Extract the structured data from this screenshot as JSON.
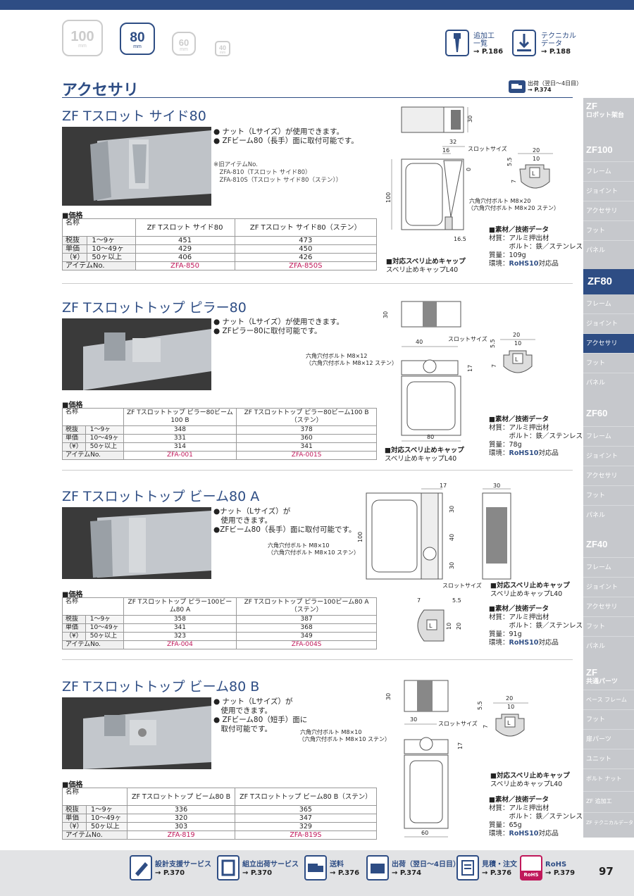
{
  "sizes": [
    {
      "num": "100",
      "unit": "mm"
    },
    {
      "num": "80",
      "unit": "mm"
    },
    {
      "num": "60",
      "unit": "mm"
    },
    {
      "num": "40",
      "unit": "mm"
    }
  ],
  "top_nav": [
    {
      "label1": "追加工",
      "label2": "一覧",
      "ref": "→ P.186"
    },
    {
      "label1": "テクニカル",
      "label2": "データ",
      "ref": "→ P.188"
    }
  ],
  "ship_badge": {
    "label": "出荷（翌日〜4日目）",
    "ref": "→ P.374"
  },
  "section_title": "アクセサリ",
  "products": [
    {
      "title": "ZF Tスロット サイド80",
      "bullets": [
        "● ナット（Lサイズ）が使用できます。",
        "● ZFビーム80（長手）面に取付可能です。"
      ],
      "notes": [
        "※旧アイテムNo.",
        "　ZFA-810（Tスロット サイド80）",
        "　ZFA-810S（Tスロット サイド80（ステン））"
      ],
      "price_label": "■価格",
      "name_label": "名称",
      "col_names": [
        "ZF Tスロット サイド80",
        "ZF Tスロット サイド80（ステン）"
      ],
      "row_labels": [
        "税抜",
        "単価",
        "（¥）"
      ],
      "qty": [
        "1〜9ヶ",
        "10〜49ヶ",
        "50ヶ以上"
      ],
      "prices": [
        [
          "451",
          "473"
        ],
        [
          "429",
          "450"
        ],
        [
          "406",
          "426"
        ]
      ],
      "item_label": "アイテムNo.",
      "codes": [
        "ZFA-850",
        "ZFA-850S"
      ],
      "spec": {
        "head": "■素材／技術データ",
        "material1": "材質：アルミ押出材",
        "material2": "　　　ボルト：鉄／ステンレス",
        "mass": "質量：109g",
        "env_label": "環境：",
        "rohs": "RoHS10",
        "env_suffix": "対応品"
      },
      "cap": {
        "head": "■対応スベリ止めキャップ",
        "name": "スベリ止めキャップL40"
      },
      "dims": {
        "w32": "32",
        "w16": "16",
        "h100": "100",
        "h30": "30",
        "h0": "0",
        "w165": "16.5",
        "slot": "スロットサイズ",
        "w20": "20",
        "w10": "10",
        "h55": "5.5",
        "h7": "7",
        "L": "L",
        "bolt1": "六角穴付ボルト M8×20",
        "bolt2": "（六角穴付ボルト M8×20 ステン）"
      }
    },
    {
      "title": "ZF Tスロットトップ ピラー80",
      "bullets": [
        "● ナット（Lサイズ）が使用できます。",
        "● ZFピラー80に取付可能です。"
      ],
      "price_label": "■価格",
      "name_label": "名称",
      "col_names": [
        "ZF Tスロットトップ ピラー80ビーム100 B",
        "ZF Tスロットトップ ピラー80ビーム100 B（ステン）"
      ],
      "row_labels": [
        "税抜",
        "単価",
        "（¥）"
      ],
      "qty": [
        "1〜9ヶ",
        "10〜49ヶ",
        "50ヶ以上"
      ],
      "prices": [
        [
          "348",
          "378"
        ],
        [
          "331",
          "360"
        ],
        [
          "314",
          "341"
        ]
      ],
      "item_label": "アイテムNo.",
      "codes": [
        "ZFA-001",
        "ZFA-001S"
      ],
      "spec": {
        "head": "■素材／技術データ",
        "material1": "材質：アルミ押出材",
        "material2": "　　　ボルト：鉄／ステンレス",
        "mass": "質量：78g",
        "env_label": "環境：",
        "rohs": "RoHS10",
        "env_suffix": "対応品"
      },
      "cap": {
        "head": "■対応スベリ止めキャップ",
        "name": "スベリ止めキャップL40"
      },
      "dims": {
        "w40": "40",
        "h30": "30",
        "h17": "17",
        "w80": "80",
        "slot": "スロットサイズ",
        "w20": "20",
        "w10": "10",
        "h55": "5.5",
        "h7": "7",
        "L": "L",
        "bolt1": "六角穴付ボルト M8×12",
        "bolt2": "（六角穴付ボルト M8×12 ステン）"
      }
    },
    {
      "title": "ZF Tスロットトップ ビーム80 A",
      "bullets": [
        "●ナット（Lサイズ）が",
        "　使用できます。",
        "●ZFビーム80（長手）面に取付可能です。"
      ],
      "price_label": "■価格",
      "name_label": "名称",
      "col_names": [
        "ZF Tスロットトップ ピラー100ビーム80 A",
        "ZF Tスロットトップ ピラー100ビーム80 A（ステン）"
      ],
      "row_labels": [
        "税抜",
        "単価",
        "（¥）"
      ],
      "qty": [
        "1〜9ヶ",
        "10〜49ヶ",
        "50ヶ以上"
      ],
      "prices": [
        [
          "358",
          "387"
        ],
        [
          "341",
          "368"
        ],
        [
          "323",
          "349"
        ]
      ],
      "item_label": "アイテムNo.",
      "codes": [
        "ZFA-004",
        "ZFA-004S"
      ],
      "spec": {
        "head": "■素材／技術データ",
        "material1": "材質：アルミ押出材",
        "material2": "　　　ボルト：鉄／ステンレス",
        "mass": "質量：91g",
        "env_label": "環境：",
        "rohs": "RoHS10",
        "env_suffix": "対応品"
      },
      "cap": {
        "head": "■対応スベリ止めキャップ",
        "name": "スベリ止めキャップL40"
      },
      "dims": {
        "w17": "17",
        "w30": "30",
        "h100": "100",
        "h30a": "30",
        "h40": "40",
        "h30b": "30",
        "slot": "スロットサイズ",
        "w7": "7",
        "w55": "5.5",
        "h10": "10",
        "h20": "20",
        "L": "L",
        "bolt1": "六角穴付ボルト M8×10",
        "bolt2": "（六角穴付ボルト M8×10 ステン）"
      }
    },
    {
      "title": "ZF Tスロットトップ ビーム80 B",
      "bullets": [
        "● ナット（Lサイズ）が",
        "　使用できます。",
        "● ZFビーム80（短手）面に",
        "　取付可能です。"
      ],
      "price_label": "■価格",
      "name_label": "名称",
      "col_names": [
        "ZF Tスロットトップ ビーム80 B",
        "ZF Tスロットトップ ビーム80 B（ステン）"
      ],
      "row_labels": [
        "税抜",
        "単価",
        "（¥）"
      ],
      "qty": [
        "1〜9ヶ",
        "10〜49ヶ",
        "50ヶ以上"
      ],
      "prices": [
        [
          "336",
          "365"
        ],
        [
          "320",
          "347"
        ],
        [
          "303",
          "329"
        ]
      ],
      "item_label": "アイテムNo.",
      "codes": [
        "ZFA-819",
        "ZFA-819S"
      ],
      "spec": {
        "head": "■素材／技術データ",
        "material1": "材質：アルミ押出材",
        "material2": "　　　ボルト：鉄／ステンレス",
        "mass": "質量：65g",
        "env_label": "環境：",
        "rohs": "RoHS10",
        "env_suffix": "対応品"
      },
      "cap": {
        "head": "■対応スベリ止めキャップ",
        "name": "スベリ止めキャップL40"
      },
      "dims": {
        "w30": "30",
        "h30": "30",
        "h17": "17",
        "w60": "60",
        "slot": "スロットサイズ",
        "w20": "20",
        "w10": "10",
        "h55": "5.5",
        "h7": "7",
        "L": "L",
        "bolt1": "六角穴付ボルト M8×10",
        "bolt2": "（六角穴付ボルト M8×10 ステン）"
      }
    }
  ],
  "sidebar": {
    "groups": [
      {
        "title": "ZF",
        "sub": "ロボット架台"
      },
      {
        "title": "ZF100"
      },
      {
        "title": "ZF80"
      },
      {
        "title": "ZF60"
      },
      {
        "title": "ZF40"
      },
      {
        "title": "ZF",
        "sub": "共通パーツ"
      }
    ],
    "zf100_items": [
      "フレーム",
      "ジョイント",
      "アクセサリ",
      "フット",
      "パネル"
    ],
    "zf80_items": [
      "フレーム",
      "ジョイント",
      "アクセサリ",
      "フット",
      "パネル"
    ],
    "zf60_items": [
      "フレーム",
      "ジョイント",
      "アクセサリ",
      "フット",
      "パネル"
    ],
    "zf40_items": [
      "フレーム",
      "ジョイント",
      "アクセサリ",
      "フット",
      "パネル"
    ],
    "common_items": [
      "ベース フレーム",
      "フット",
      "扉パーツ",
      "ユニット",
      "ボルト ナット"
    ],
    "bottom_items": [
      "ZF 追加工",
      "ZF テクニカルデータ"
    ]
  },
  "footer": [
    {
      "label": "設計支援サービス",
      "ref": "→ P.370"
    },
    {
      "label": "組立出荷サービス",
      "ref": "→ P.370"
    },
    {
      "label": "送料",
      "ref": "→ P.376"
    },
    {
      "label": "出荷（翌日〜4日目）",
      "ref": "→ P.374"
    },
    {
      "label": "見積・注文",
      "ref": "→ P.376"
    },
    {
      "label": "RoHS",
      "ref": "→ P.379",
      "badge": "RoHS"
    }
  ],
  "page_number": "97",
  "colors": {
    "brand": "#2e4d84",
    "code": "#c0185a",
    "sidebar": "#c6c8cc",
    "footer": "#e2e3e5"
  }
}
